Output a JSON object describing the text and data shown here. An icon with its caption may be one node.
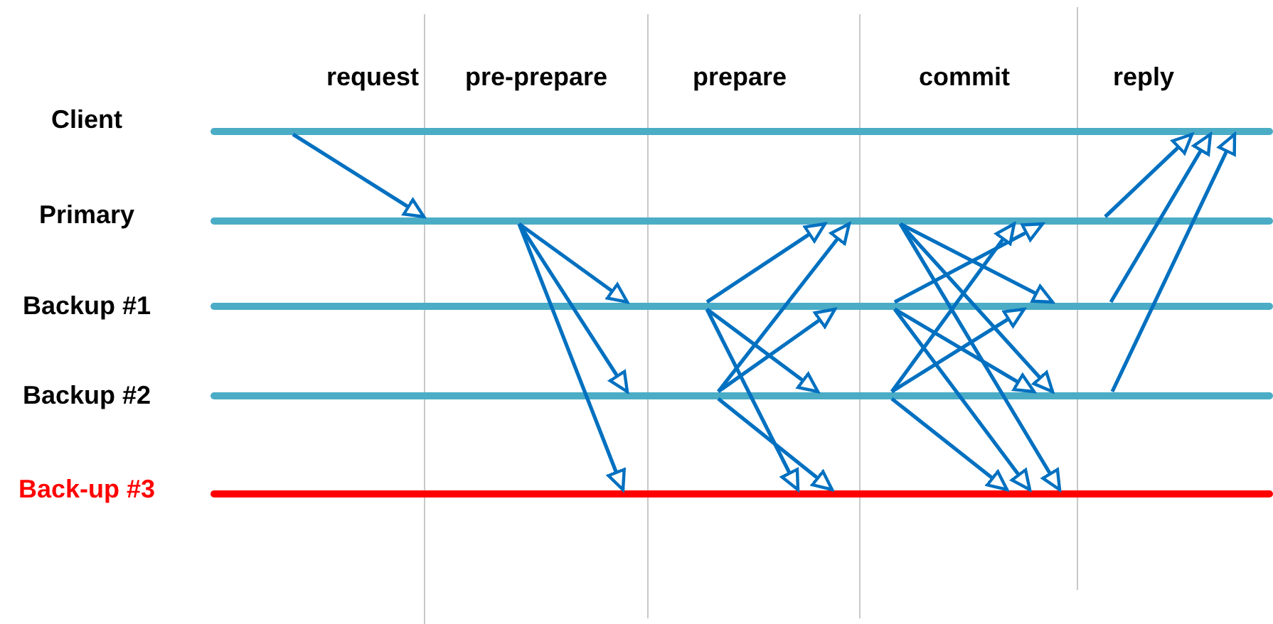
{
  "diagram": {
    "nodes": [
      {
        "text": [
          "Client"
        ]
      },
      {
        "text": [
          "Primary"
        ]
      },
      {
        "text": [
          "Backup #1"
        ]
      },
      {
        "text": [
          "Backup #2"
        ]
      },
      {
        "text": [
          "Back-up #3"
        ]
      }
    ],
    "edges": [
      {
        "from": 0,
        "to": 1,
        "arrow": "to"
      },
      {
        "from": 1,
        "to": 2,
        "arrow": "to"
      },
      {
        "from": 1,
        "to": 3,
        "arrow": "to"
      },
      {
        "from": 1,
        "to": 4,
        "arrow": "to"
      },
      {
        "from": 2,
        "to": 1,
        "arrow": "to"
      },
      {
        "from": 2,
        "to": 3,
        "arrow": "to"
      },
      {
        "from": 2,
        "to": 4,
        "arrow": "to"
      },
      {
        "from": 3,
        "to": 1,
        "arrow": "to"
      },
      {
        "from": 3,
        "to": 2,
        "arrow": "to"
      },
      {
        "from": 3,
        "to": 4,
        "arrow": "to"
      },
      {
        "from": 1,
        "to": 2,
        "arrow": "to"
      },
      {
        "from": 1,
        "to": 3,
        "arrow": "to"
      },
      {
        "from": 1,
        "to": 4,
        "arrow": "to"
      },
      {
        "from": 2,
        "to": 1,
        "arrow": "to"
      },
      {
        "from": 2,
        "to": 3,
        "arrow": "to"
      },
      {
        "from": 2,
        "to": 4,
        "arrow": "to"
      },
      {
        "from": 3,
        "to": 1,
        "arrow": "to"
      },
      {
        "from": 3,
        "to": 2,
        "arrow": "to"
      },
      {
        "from": 3,
        "to": 4,
        "arrow": "to"
      },
      {
        "from": 1,
        "to": 0,
        "arrow": "to"
      },
      {
        "from": 2,
        "to": 0,
        "arrow": "to"
      },
      {
        "from": 3,
        "to": 0,
        "arrow": "to"
      }
    ],
    "labels": [
      "request",
      "pre-prepare",
      "prepare",
      "commit",
      "reply"
    ]
  }
}
